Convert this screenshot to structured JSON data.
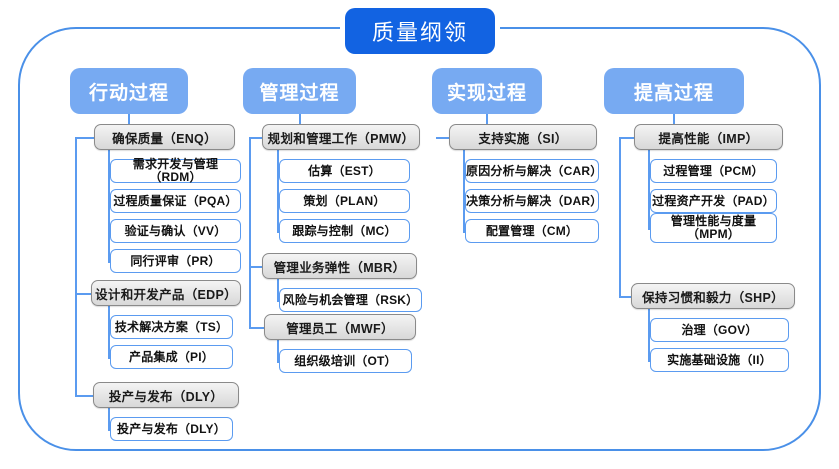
{
  "diagram": {
    "title": "质量纲领",
    "columns": [
      {
        "header": "行动过程",
        "groups": [
          {
            "parent": "确保质量（ENQ）",
            "children": [
              "需求开发与管理（RDM）",
              "过程质量保证（PQA）",
              "验证与确认（VV）",
              "同行评审（PR）"
            ]
          },
          {
            "parent": "设计和开发产品（EDP）",
            "children": [
              "技术解决方案（TS）",
              "产品集成（PI）"
            ]
          },
          {
            "parent": "投产与发布（DLY）",
            "children": [
              "投产与发布（DLY）"
            ]
          }
        ]
      },
      {
        "header": "管理过程",
        "groups": [
          {
            "parent": "规划和管理工作（PMW）",
            "children": [
              "估算（EST）",
              "策划（PLAN）",
              "跟踪与控制（MC）"
            ]
          },
          {
            "parent": "管理业务弹性（MBR）",
            "children": [
              "风险与机会管理（RSK）"
            ]
          },
          {
            "parent": "管理员工（MWF）",
            "children": [
              "组织级培训（OT）"
            ]
          }
        ]
      },
      {
        "header": "实现过程",
        "groups": [
          {
            "parent": "支持实施（SI）",
            "children": [
              "原因分析与解决（CAR）",
              "决策分析与解决（DAR）",
              "配置管理（CM）"
            ]
          }
        ]
      },
      {
        "header": "提高过程",
        "groups": [
          {
            "parent": "提高性能（IMP）",
            "children": [
              "过程管理（PCM）",
              "过程资产开发（PAD）",
              "管理性能与度量\n（MPM）"
            ]
          },
          {
            "parent": "保持习惯和毅力（SHP）",
            "children": [
              "治理（GOV）",
              "实施基础设施（II）"
            ]
          }
        ]
      }
    ]
  },
  "colors": {
    "title_bg": "#1263e2",
    "header_bg": "#77aaf2",
    "frame_border": "#4a90e8",
    "leaf_border": "#5b9bf0",
    "parent_border": "#8a8a8a",
    "connector": "#5b9bf0"
  }
}
